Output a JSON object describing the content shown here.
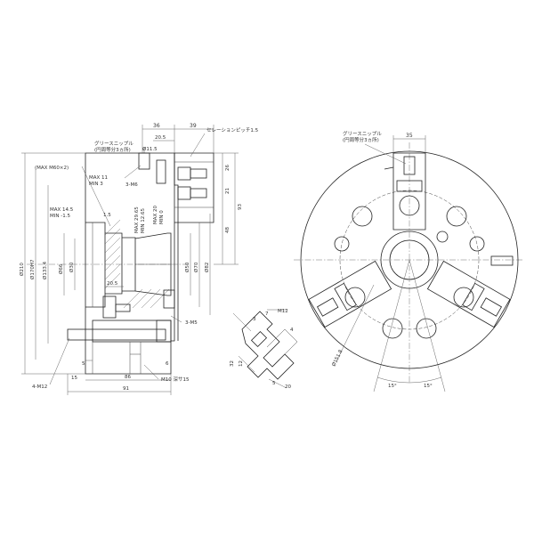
{
  "side_view": {
    "labels": {
      "max_mxp2": "(MAX M60×2)",
      "max11": "MAX 11",
      "min3": "MIN 3",
      "max14": "MAX 14.5",
      "min15": "MIN -1.5",
      "v15": "1.5",
      "max2965": "MAX 29.65",
      "min1265": "MIN 12.65",
      "grease_nipple": "グリースニップル",
      "grease_nipple_sub": "(円周等分3ヵ所)",
      "serration": "セレーションピッチ1.5",
      "m6_3": "3-M6",
      "m5_3": "3-M5",
      "m12_4": "4-M12",
      "m10": "M10 深サ15",
      "d115": "Ø11.5"
    },
    "dims": {
      "top36": "36",
      "top39": "39",
      "top205": "20.5",
      "r26": "26",
      "r21": "21",
      "r48": "48",
      "r93": "93",
      "d210": "Ø210",
      "d170h7": "Ø170H7",
      "d1334": "Ø133.4",
      "d66": "Ø66",
      "d30": "Ø30",
      "d50": "Ø50",
      "d70": "Ø70",
      "d82": "Ø82",
      "b205": "20.5",
      "b5": "5",
      "b15": "15",
      "b86": "86",
      "b91": "91",
      "b6": "6"
    }
  },
  "detail_view": {
    "labels": {
      "m12": "M12",
      "v7": "7",
      "v3": "3",
      "v4": "4",
      "v32": "32",
      "v12": "12",
      "v5": "5",
      "v20": "20"
    }
  },
  "front_view": {
    "labels": {
      "top35": "35",
      "grease_nipple": "グリースニップル",
      "grease_nipple_sub": "(円周等分3ヵ所)",
      "d1518": "Ø151.8",
      "a15l": "15°",
      "a15r": "15°"
    }
  }
}
